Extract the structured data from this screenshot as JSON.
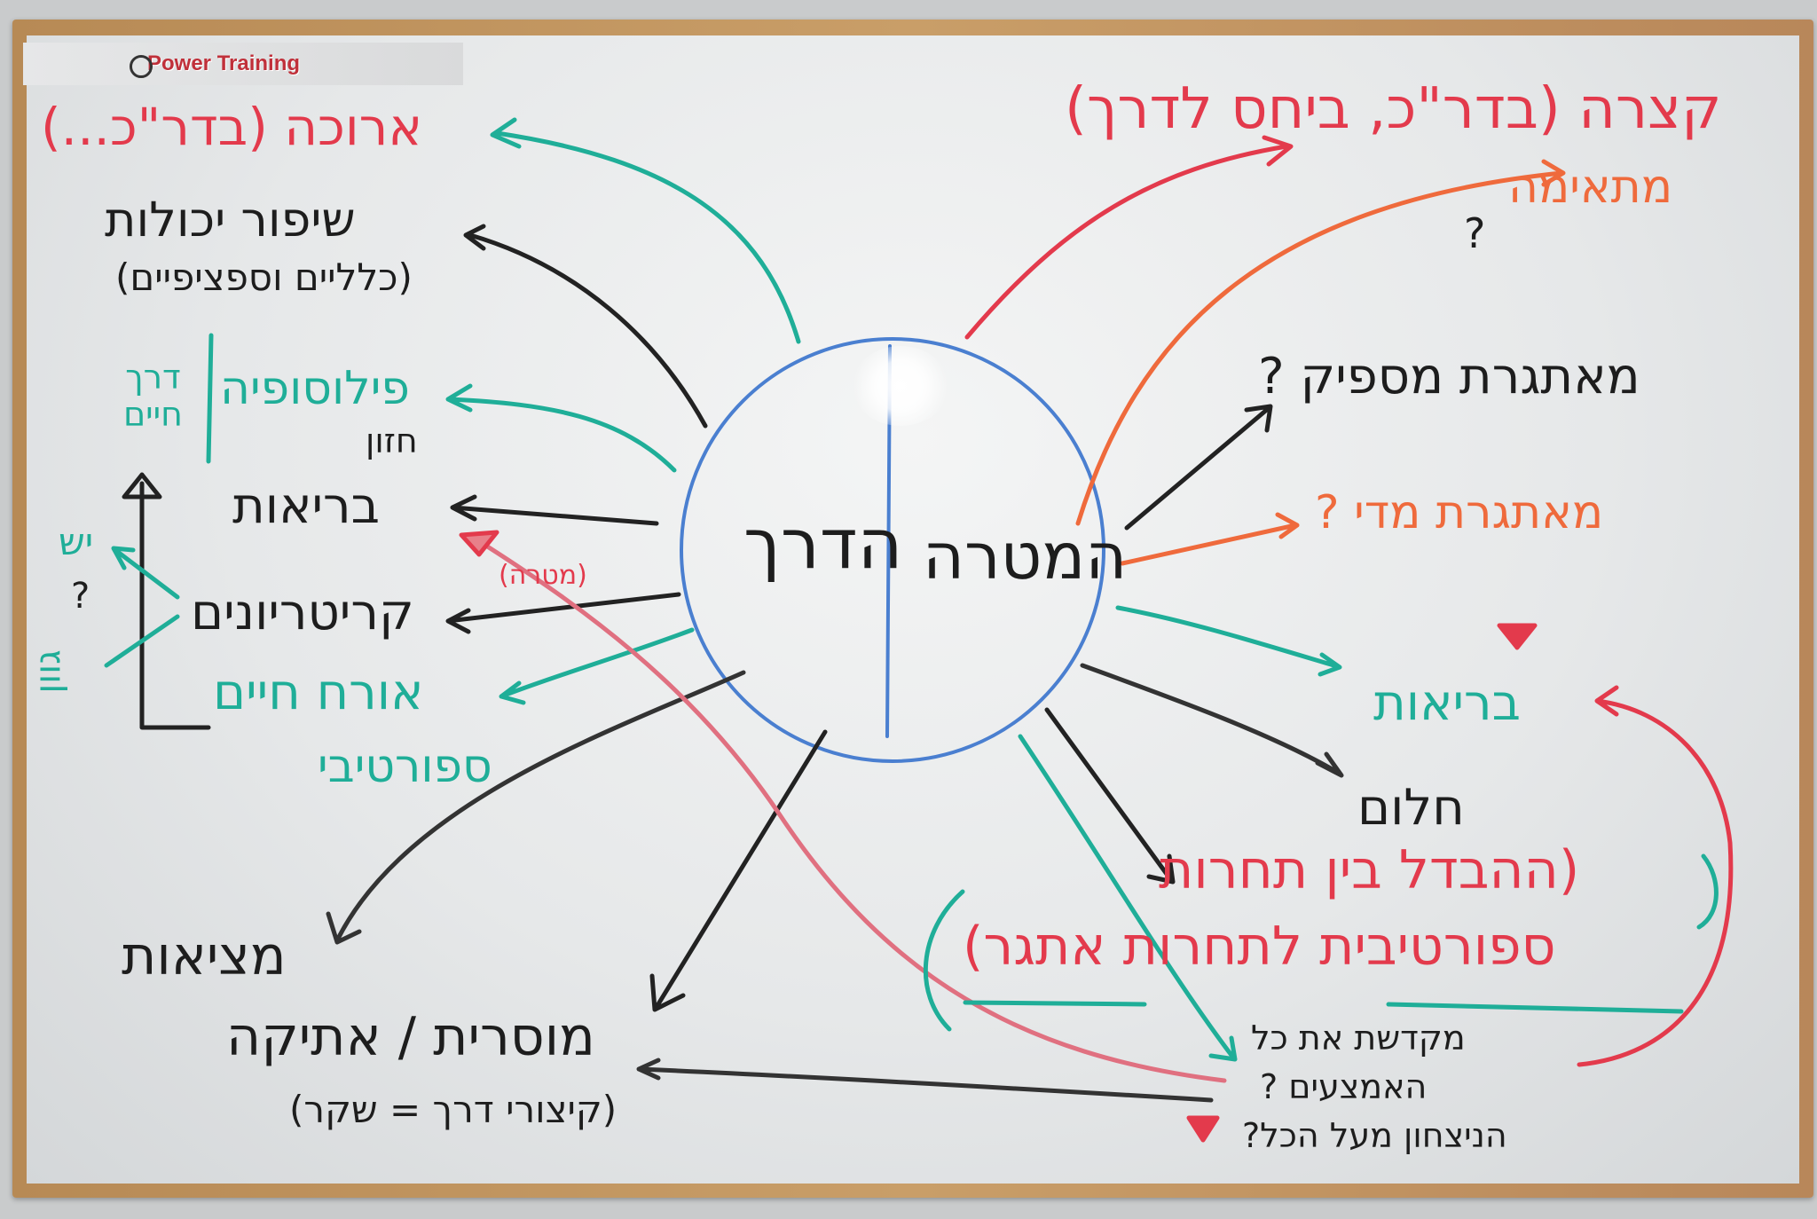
{
  "logo": {
    "text": "Power Training",
    "icon": "bicycle-icon"
  },
  "colors": {
    "green": "#1fae98",
    "red": "#e33a4c",
    "orange": "#ef6a3c",
    "black": "#1d1d1d",
    "blue": "#4a7fd0"
  },
  "center": {
    "left": "הדרך",
    "right": "המטרה"
  },
  "left_branch": {
    "long": "ארוכה (בדר\"כ...)",
    "skills": "שיפור יכולות",
    "skills_note": "(כלליים וספציפיים)",
    "philosophy": "פילוסופיה",
    "way_of_life": "דרך חיים",
    "vision": "חזון",
    "health": "בריאות",
    "goal_note": "(מטרה)",
    "criteria": "קריטריונים",
    "yes": "יש",
    "question": "?",
    "variety": "גוון",
    "lifestyle": "אורח חיים",
    "sporty": "ספורטיבי",
    "reality": "מציאות",
    "moral": "מוסרית / אתיקה",
    "moral_note": "(קיצורי דרך = שקר)"
  },
  "right_branch": {
    "short": "קצרה (בדר\"כ, ביחס לדרך)",
    "suitable": "מתאימה",
    "suitable_q": "?",
    "challenging_enough": "מאתגרת מספיק ?",
    "too_challenging": "מאתגרת מדי ?",
    "health": "בריאות",
    "dream": "חלום",
    "difference_1": "(ההבדל בין תחרות",
    "difference_2": "ספורטיבית לתחרות אתגר)",
    "ends_1": "מקדשת את כל",
    "ends_2": "האמצעים ?",
    "ends_3": "הניצחון מעל הכל?"
  }
}
